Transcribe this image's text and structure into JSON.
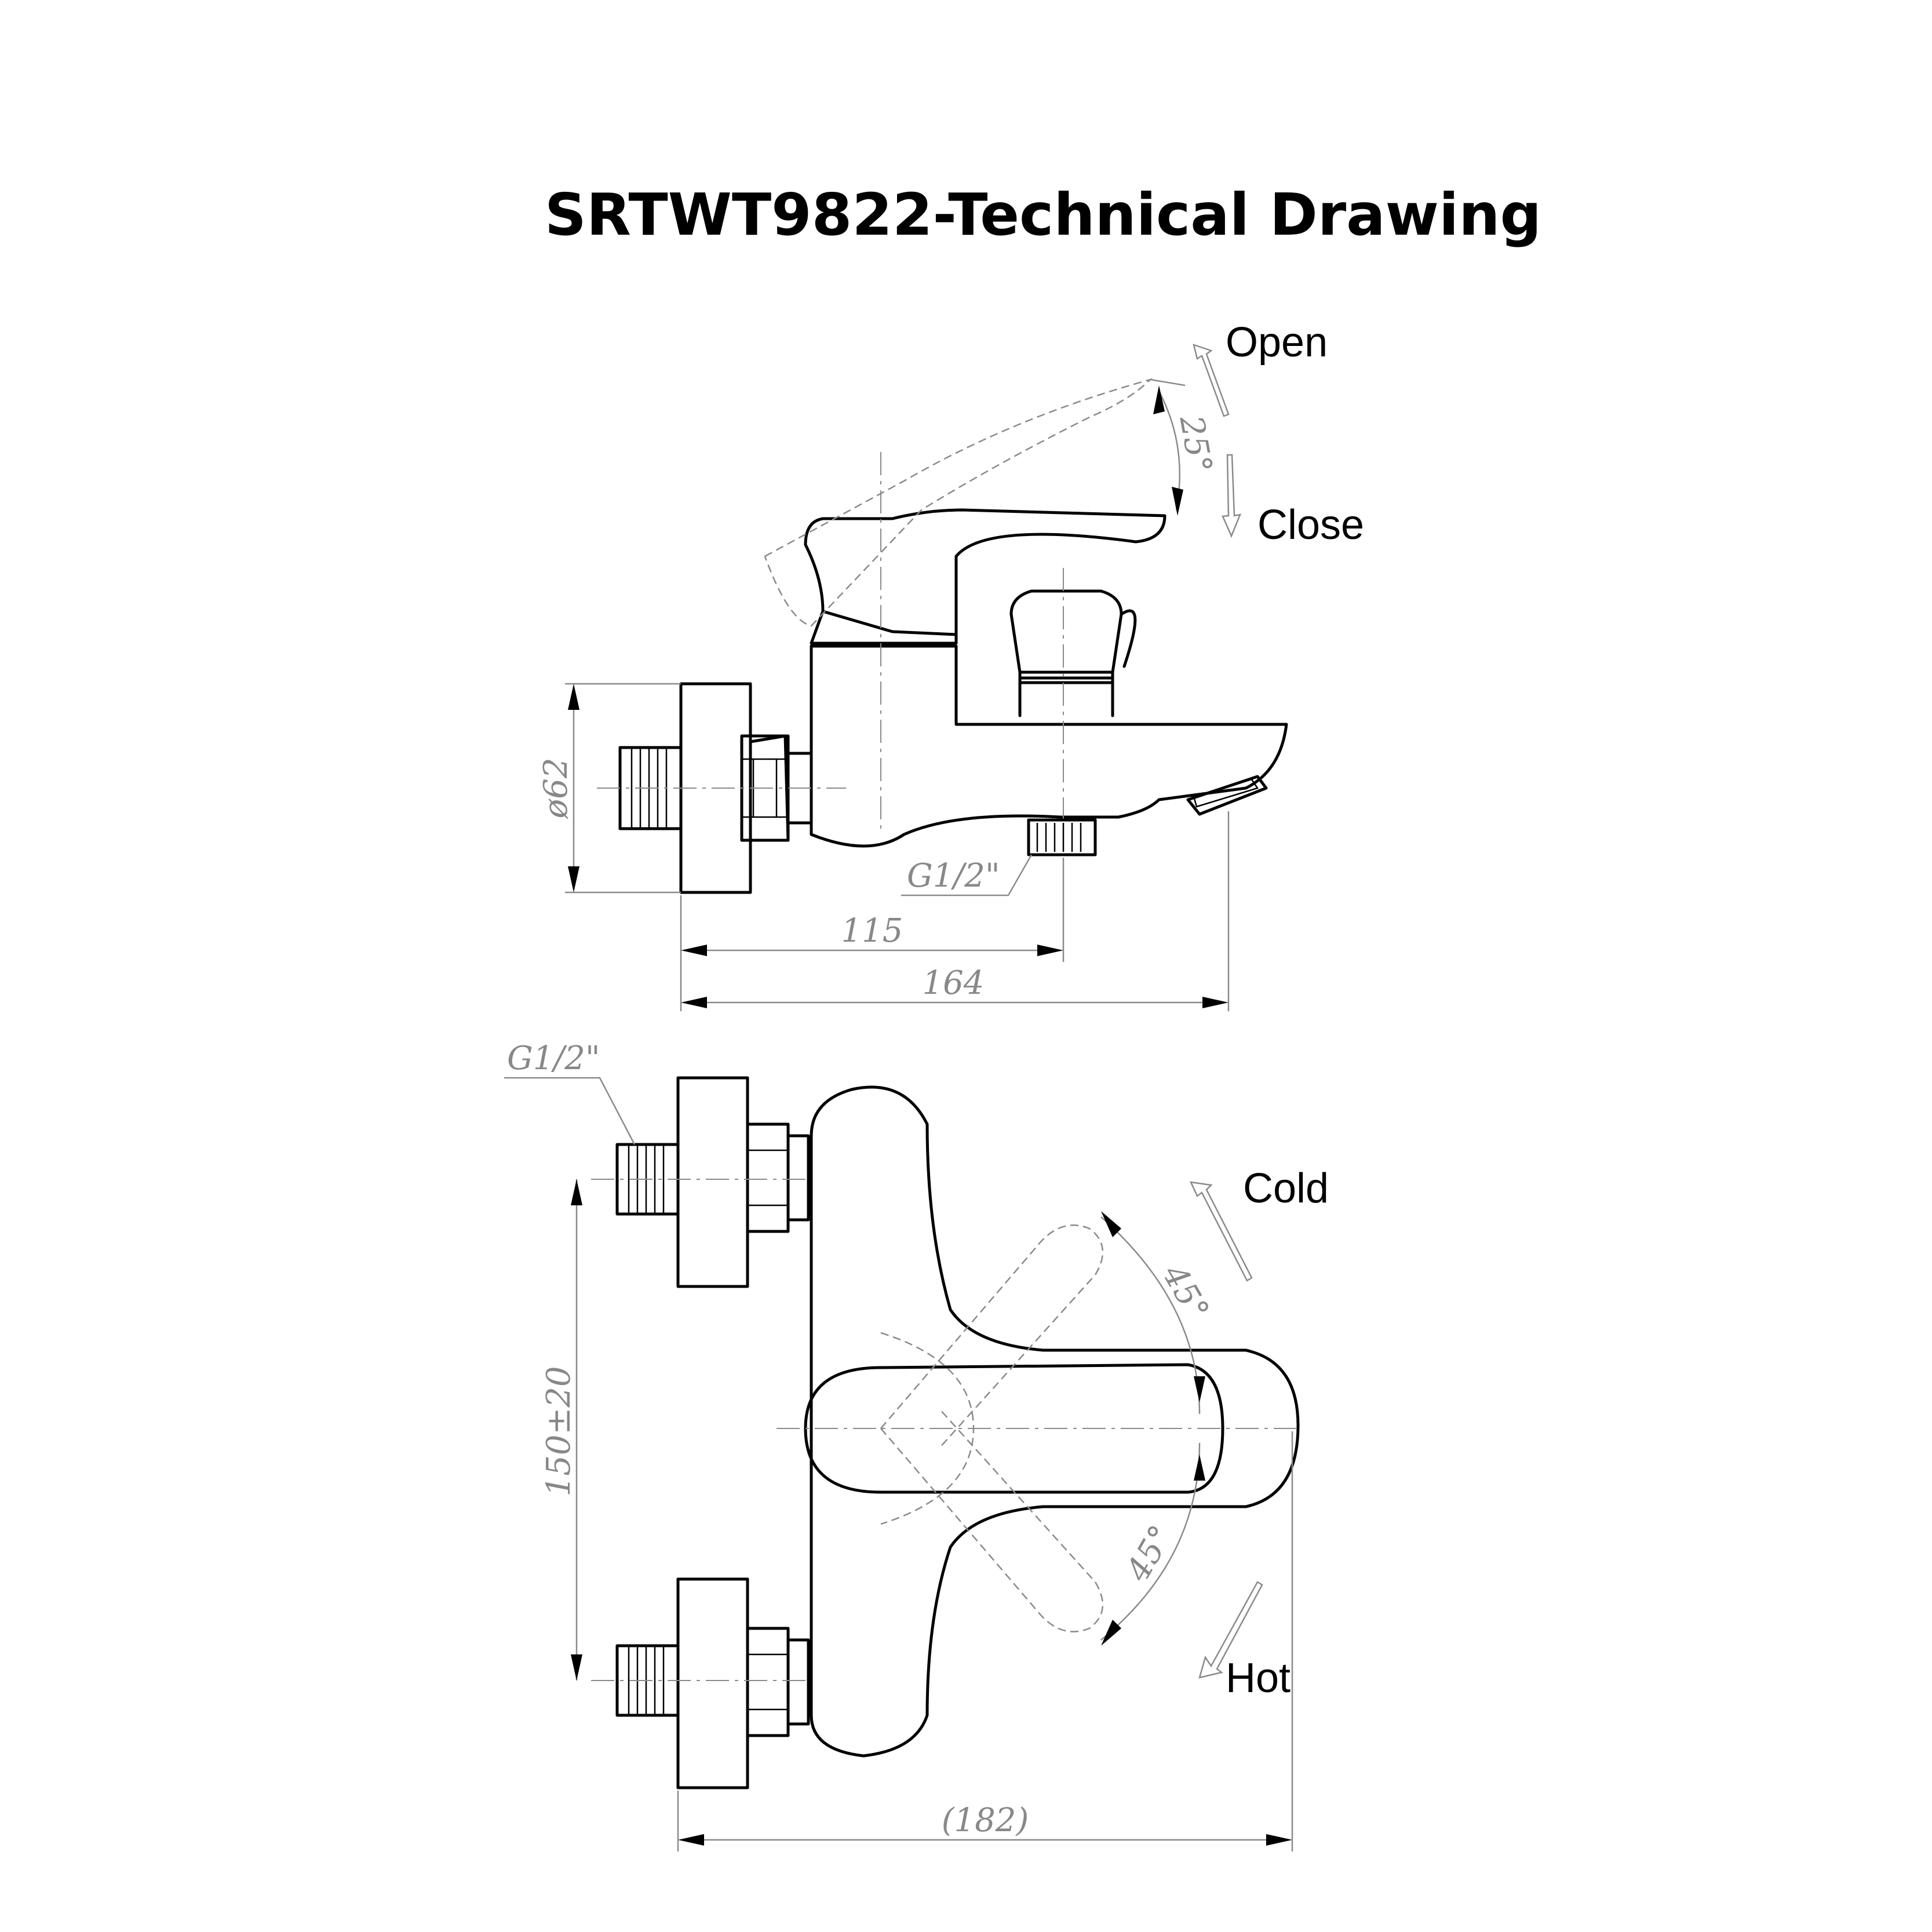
{
  "title": "SRTWT9822-Technical Drawing",
  "labels": {
    "open": "Open",
    "close": "Close",
    "cold": "Cold",
    "hot": "Hot"
  },
  "dimensions": {
    "lever_angle": "25°",
    "diameter": "ø62",
    "thread_side": "G1/2\"",
    "thread_top": "G1/2\"",
    "length_115": "115",
    "length_164": "164",
    "center_distance": "150±20",
    "angle_cold": "45°",
    "angle_hot": "45°",
    "width_182": "(182)"
  }
}
